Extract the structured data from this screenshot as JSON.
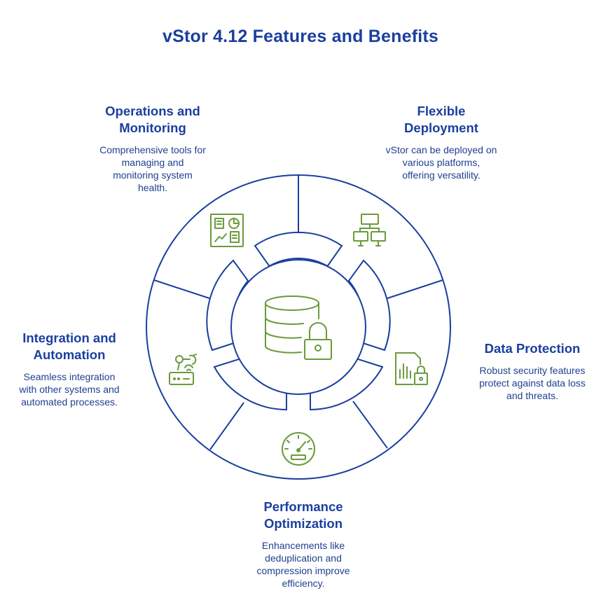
{
  "title": "vStor 4.12 Features and Benefits",
  "colors": {
    "brand_blue": "#1a3f9e",
    "icon_green": "#6a9a3a",
    "ring_stroke": "#1a3f9e"
  },
  "center": {
    "icon": "database-lock-icon"
  },
  "features": [
    {
      "key": "operations",
      "title": "Operations and\nMonitoring",
      "desc": "Comprehensive tools for\nmanaging and\nmonitoring system\nhealth.",
      "icon": "dashboard-icon"
    },
    {
      "key": "deployment",
      "title": "Flexible\nDeployment",
      "desc": "vStor can be deployed on\nvarious platforms,\noffering versatility.",
      "icon": "network-icon"
    },
    {
      "key": "protection",
      "title": "Data Protection",
      "desc": "Robust security features\nprotect against data loss\nand threats.",
      "icon": "secure-report-icon"
    },
    {
      "key": "performance",
      "title": "Performance\nOptimization",
      "desc": "Enhancements like\ndeduplication and\ncompression improve\nefficiency.",
      "icon": "speedometer-icon"
    },
    {
      "key": "integration",
      "title": "Integration and\nAutomation",
      "desc": "Seamless integration\nwith other systems and\nautomated processes.",
      "icon": "robot-arm-icon"
    }
  ]
}
